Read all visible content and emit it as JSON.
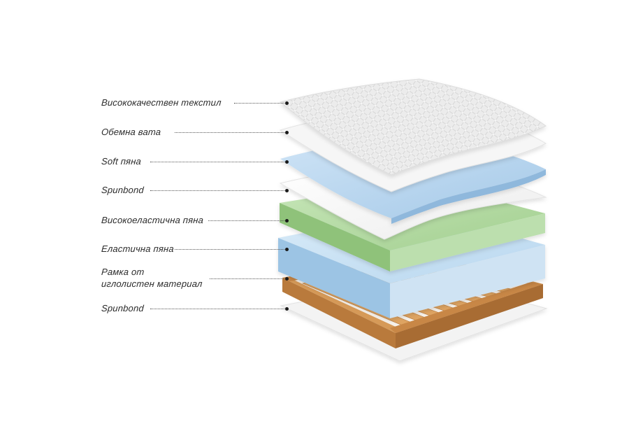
{
  "layers": [
    {
      "id": "textile",
      "label": "Висококачествен текстил"
    },
    {
      "id": "wadding",
      "label": "Обемна вата"
    },
    {
      "id": "soft-foam",
      "label": "Soft пяна"
    },
    {
      "id": "spunbond-top",
      "label": "Spunbond"
    },
    {
      "id": "hr-foam",
      "label": "Високоеластична пяна"
    },
    {
      "id": "elastic-foam",
      "label": "Еластична пяна"
    },
    {
      "id": "frame",
      "label_line1": "Рамка от",
      "label_line2": "иглолистен материал"
    },
    {
      "id": "spunbond-bottom",
      "label": "Spunbond"
    }
  ],
  "colors": {
    "textile": "#e9e9e9",
    "wadding": "#f4f4f4",
    "soft_foam": "#a9cdea",
    "spunbond": "#f7f7f7",
    "hr_foam": "#a9d49a",
    "elastic_foam": "#b9d9f1",
    "frame": "#c98a48",
    "slats": "#e0a763"
  }
}
